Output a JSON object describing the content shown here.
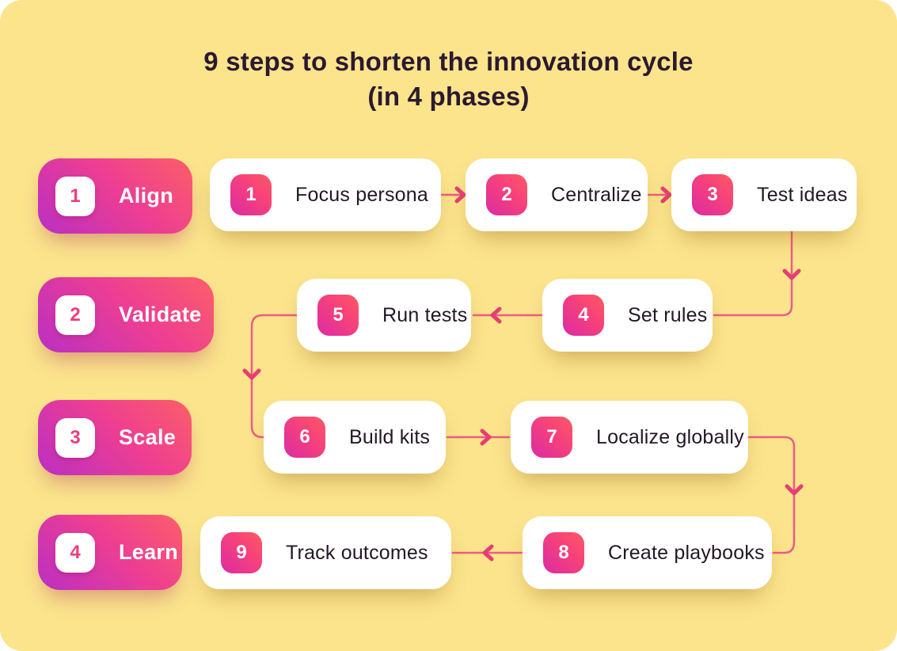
{
  "title": {
    "line1": "9 steps to shorten the innovation cycle",
    "line2": "(in 4 phases)"
  },
  "phases": [
    {
      "number": "1",
      "label": "Align"
    },
    {
      "number": "2",
      "label": "Validate"
    },
    {
      "number": "3",
      "label": "Scale"
    },
    {
      "number": "4",
      "label": "Learn"
    }
  ],
  "steps": [
    {
      "number": "1",
      "label": "Focus persona"
    },
    {
      "number": "2",
      "label": "Centralize"
    },
    {
      "number": "3",
      "label": "Test ideas"
    },
    {
      "number": "4",
      "label": "Set rules"
    },
    {
      "number": "5",
      "label": "Run tests"
    },
    {
      "number": "6",
      "label": "Build kits"
    },
    {
      "number": "7",
      "label": "Localize globally"
    },
    {
      "number": "8",
      "label": "Create playbooks"
    },
    {
      "number": "9",
      "label": "Track outcomes"
    }
  ],
  "flow": [
    "1→2",
    "2→3",
    "3→4",
    "4→5",
    "5→6",
    "6→7",
    "7→8",
    "8→9"
  ],
  "colors": {
    "background": "#FBE48C",
    "card_background": "#FFFFFF",
    "phase_gradient_start": "#B92FC4",
    "phase_gradient_end": "#FB5F68",
    "badge_gradient_start": "#DC2BA4",
    "badge_gradient_end": "#FC5A64",
    "connector_line": "#EE5B86",
    "arrowhead": "#E63E74",
    "title_text": "#2B1930",
    "card_text": "#241726",
    "phase_number_text": "#EE3D7E"
  }
}
